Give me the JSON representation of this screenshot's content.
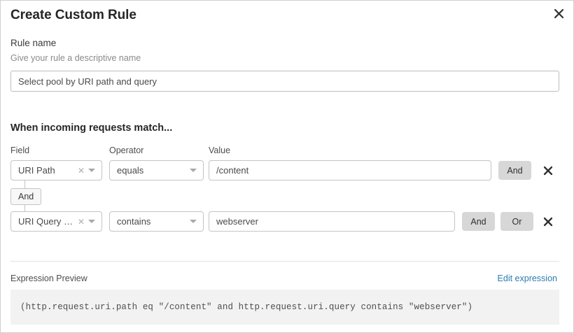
{
  "dialog": {
    "title": "Create Custom Rule",
    "close_icon": "close-icon"
  },
  "rule_name": {
    "label": "Rule name",
    "helper": "Give your rule a descriptive name",
    "value": "Select pool by URI path and query",
    "placeholder": "Select pool by URI path and query"
  },
  "match_section": {
    "heading": "When incoming requests match...",
    "columns": {
      "field": "Field",
      "operator": "Operator",
      "value": "Value"
    },
    "connector_chip": "And",
    "rows": [
      {
        "field": "URI Path",
        "operator": "equals",
        "value": "/content",
        "clear_icon": "clear-x-icon",
        "chevron_icon": "chevron-down-icon",
        "buttons": [
          "And"
        ],
        "delete_icon": "delete-row-icon"
      },
      {
        "field": "URI Query St...",
        "operator": "contains",
        "value": "webserver",
        "clear_icon": "clear-x-icon",
        "chevron_icon": "chevron-down-icon",
        "buttons": [
          "And",
          "Or"
        ],
        "delete_icon": "delete-row-icon"
      }
    ]
  },
  "expression": {
    "label": "Expression Preview",
    "edit_link": "Edit expression",
    "code": "(http.request.uri.path eq \"/content\" and http.request.uri.query contains \"webserver\")"
  },
  "colors": {
    "link": "#2c7cb0",
    "button_fill": "#d7d7d7",
    "code_background": "#f2f2f2",
    "border": "#c4c4c4"
  }
}
